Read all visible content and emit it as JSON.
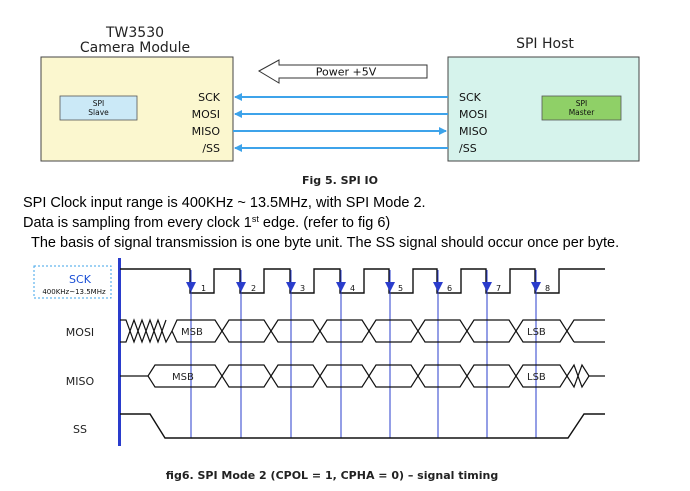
{
  "fig5": {
    "camera_title_1": "TW3530",
    "camera_title_2": "Camera Module",
    "host_title": "SPI Host",
    "slave_label_1": "SPI",
    "slave_label_2": "Slave",
    "master_label_1": "SPI",
    "master_label_2": "Master",
    "power_label": "Power +5V",
    "camera_pins": [
      "SCK",
      "MOSI",
      "MISO",
      "/SS"
    ],
    "host_pins": [
      "SCK",
      "MOSI",
      "MISO",
      "/SS"
    ],
    "caption": "Fig 5. SPI IO",
    "colors": {
      "camera_fill": "#fbf7cf",
      "host_fill": "#d6f3ec",
      "slave_fill": "#cbe9f7",
      "master_fill": "#8fd067",
      "arrow": "#3da3ea"
    }
  },
  "text": {
    "line1": "SPI Clock input range is 400KHz ~ 13.5MHz, with SPI Mode 2.",
    "line2_pre": "Data is sampling from every clock 1",
    "line2_sup": "st",
    "line2_post": " edge. (refer to fig 6)",
    "line3": "The basis of signal transmission is one byte unit. The SS signal should occur once per byte."
  },
  "fig6": {
    "sck_label": "SCK",
    "sck_range": "400KHz~13.5MHz",
    "mosi_label": "MOSI",
    "miso_label": "MISO",
    "ss_label": "SS",
    "edge_numbers": [
      "1",
      "2",
      "3",
      "4",
      "5",
      "6",
      "7",
      "8"
    ],
    "mosi_msb": "MSB",
    "mosi_lsb": "LSB",
    "miso_msb": "MSB",
    "miso_lsb": "LSB",
    "caption": "fig6. SPI Mode 2 (CPOL = 1, CPHA = 0) – signal timing",
    "colors": {
      "axis": "#2a3ccc",
      "edge_arrow": "#2a3ccc",
      "sck_box": "#3da3ea"
    }
  }
}
